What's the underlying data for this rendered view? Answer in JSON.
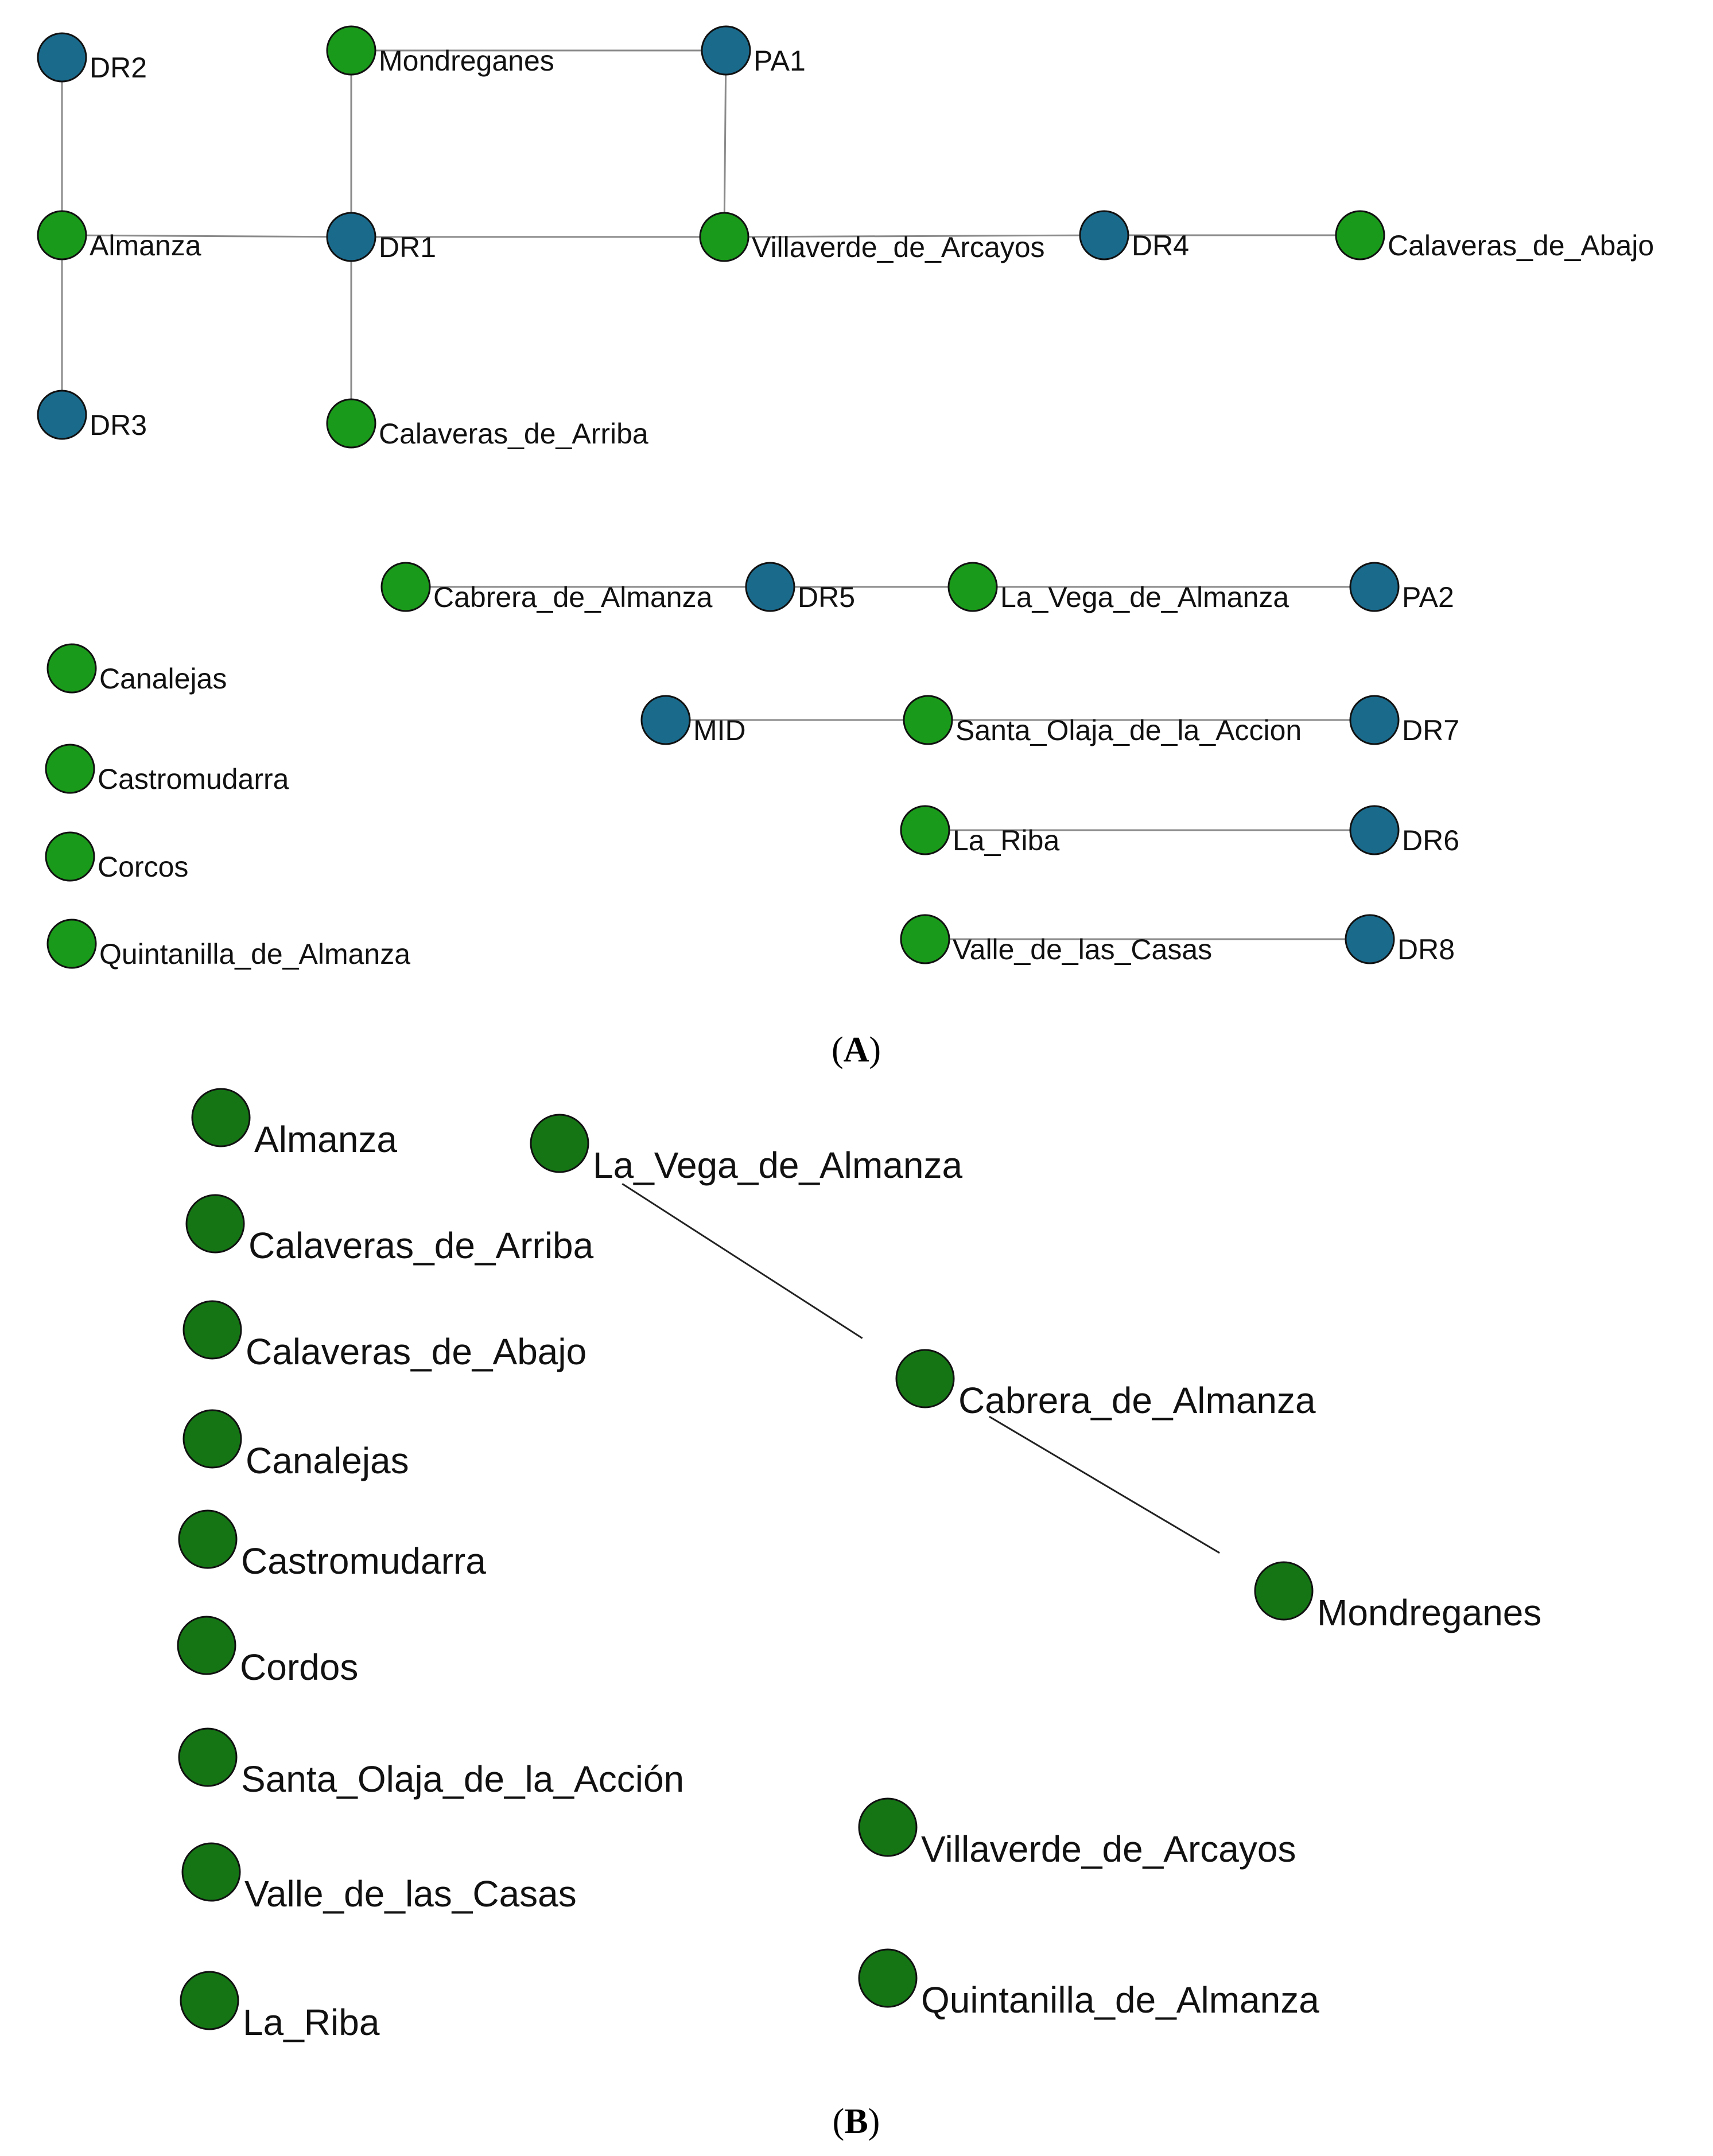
{
  "colors": {
    "green_node": "#1a9a1a",
    "blue_node": "#1a6a8c",
    "dark_green_node": "#157515",
    "edge_a": "#8a8a8a",
    "edge_b": "#222222"
  },
  "panel_a": {
    "caption": "A",
    "nodes": [
      {
        "id": "DR2",
        "label": "DR2",
        "type": "blue"
      },
      {
        "id": "Mondreganes",
        "label": "Mondreganes",
        "type": "green"
      },
      {
        "id": "PA1",
        "label": "PA1",
        "type": "blue"
      },
      {
        "id": "Almanza",
        "label": "Almanza",
        "type": "green"
      },
      {
        "id": "DR1",
        "label": "DR1",
        "type": "blue"
      },
      {
        "id": "Villaverde_de_Arcayos",
        "label": "Villaverde_de_Arcayos",
        "type": "green"
      },
      {
        "id": "DR4",
        "label": "DR4",
        "type": "blue"
      },
      {
        "id": "Calaveras_de_Abajo",
        "label": "Calaveras_de_Abajo",
        "type": "green"
      },
      {
        "id": "DR3",
        "label": "DR3",
        "type": "blue"
      },
      {
        "id": "Calaveras_de_Arriba",
        "label": "Calaveras_de_Arriba",
        "type": "green"
      },
      {
        "id": "Cabrera_de_Almanza",
        "label": "Cabrera_de_Almanza",
        "type": "green"
      },
      {
        "id": "DR5",
        "label": "DR5",
        "type": "blue"
      },
      {
        "id": "La_Vega_de_Almanza",
        "label": "La_Vega_de_Almanza",
        "type": "green"
      },
      {
        "id": "PA2",
        "label": "PA2",
        "type": "blue"
      },
      {
        "id": "Canalejas",
        "label": "Canalejas",
        "type": "green"
      },
      {
        "id": "MID",
        "label": "MID",
        "type": "blue"
      },
      {
        "id": "Santa_Olaja_de_la_Accion",
        "label": "Santa_Olaja_de_la_Accion",
        "type": "green"
      },
      {
        "id": "DR7",
        "label": "DR7",
        "type": "blue"
      },
      {
        "id": "Castromudarra",
        "label": "Castromudarra",
        "type": "green"
      },
      {
        "id": "La_Riba",
        "label": "La_Riba",
        "type": "green"
      },
      {
        "id": "DR6",
        "label": "DR6",
        "type": "blue"
      },
      {
        "id": "Corcos",
        "label": "Corcos",
        "type": "green"
      },
      {
        "id": "Valle_de_las_Casas",
        "label": "Valle_de_las_Casas",
        "type": "green"
      },
      {
        "id": "DR8",
        "label": "DR8",
        "type": "blue"
      },
      {
        "id": "Quintanilla_de_Almanza",
        "label": "Quintanilla_de_Almanza",
        "type": "green"
      }
    ],
    "edges": [
      {
        "from": "DR2",
        "to": "Almanza"
      },
      {
        "from": "Almanza",
        "to": "DR3"
      },
      {
        "from": "Almanza",
        "to": "DR1"
      },
      {
        "from": "Mondreganes",
        "to": "PA1"
      },
      {
        "from": "Mondreganes",
        "to": "DR1"
      },
      {
        "from": "PA1",
        "to": "Villaverde_de_Arcayos"
      },
      {
        "from": "DR1",
        "to": "Villaverde_de_Arcayos"
      },
      {
        "from": "DR1",
        "to": "Calaveras_de_Arriba"
      },
      {
        "from": "Villaverde_de_Arcayos",
        "to": "DR4"
      },
      {
        "from": "DR4",
        "to": "Calaveras_de_Abajo"
      },
      {
        "from": "Cabrera_de_Almanza",
        "to": "DR5"
      },
      {
        "from": "DR5",
        "to": "La_Vega_de_Almanza"
      },
      {
        "from": "La_Vega_de_Almanza",
        "to": "PA2"
      },
      {
        "from": "MID",
        "to": "Santa_Olaja_de_la_Accion"
      },
      {
        "from": "Santa_Olaja_de_la_Accion",
        "to": "DR7"
      },
      {
        "from": "La_Riba",
        "to": "DR6"
      },
      {
        "from": "Valle_de_las_Casas",
        "to": "DR8"
      }
    ]
  },
  "panel_b": {
    "caption": "B",
    "nodes": [
      {
        "id": "Almanza",
        "label": "Almanza"
      },
      {
        "id": "La_Vega_de_Almanza",
        "label": "La_Vega_de_Almanza"
      },
      {
        "id": "Calaveras_de_Arriba",
        "label": "Calaveras_de_Arriba"
      },
      {
        "id": "Calaveras_de_Abajo",
        "label": "Calaveras_de_Abajo"
      },
      {
        "id": "Cabrera_de_Almanza",
        "label": "Cabrera_de_Almanza"
      },
      {
        "id": "Canalejas",
        "label": "Canalejas"
      },
      {
        "id": "Castromudarra",
        "label": "Castromudarra"
      },
      {
        "id": "Mondreganes",
        "label": "Mondreganes"
      },
      {
        "id": "Cordos",
        "label": "Cordos"
      },
      {
        "id": "Santa_Olaja_de_la_Accion",
        "label": "Santa_Olaja_de_la_Acción"
      },
      {
        "id": "Villaverde_de_Arcayos",
        "label": "Villaverde_de_Arcayos"
      },
      {
        "id": "Valle_de_las_Casas",
        "label": "Valle_de_las_Casas"
      },
      {
        "id": "Quintanilla_de_Almanza",
        "label": "Quintanilla_de_Almanza"
      },
      {
        "id": "La_Riba",
        "label": "La_Riba"
      }
    ],
    "edges": [
      {
        "from": "La_Vega_de_Almanza",
        "to": "Cabrera_de_Almanza"
      },
      {
        "from": "Cabrera_de_Almanza",
        "to": "Mondreganes"
      }
    ]
  }
}
